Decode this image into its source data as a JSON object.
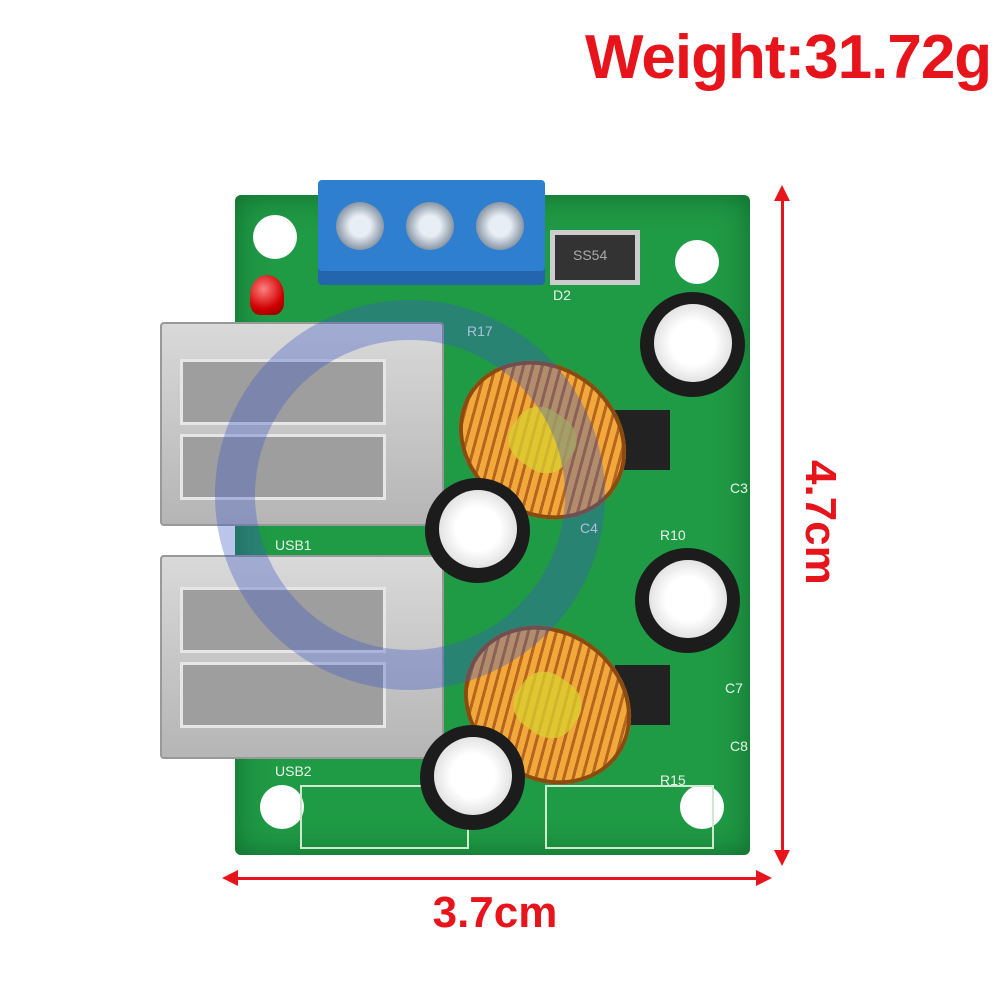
{
  "weight_label": "Weight:31.72g",
  "height_dimension": "4.7cm",
  "width_dimension": "3.7cm",
  "annotation_color": "#e8141b",
  "pcb_color": "#1f9a45",
  "terminal_color": "#2f7fd0",
  "silkscreen": {
    "usb1": "USB1",
    "usb2": "USB2",
    "d2": "D2",
    "diode": "SS54",
    "r17": "R17",
    "c4": "C4",
    "r10": "R10",
    "c3": "C3",
    "c7": "C7",
    "c8": "C8",
    "r15": "R15"
  }
}
